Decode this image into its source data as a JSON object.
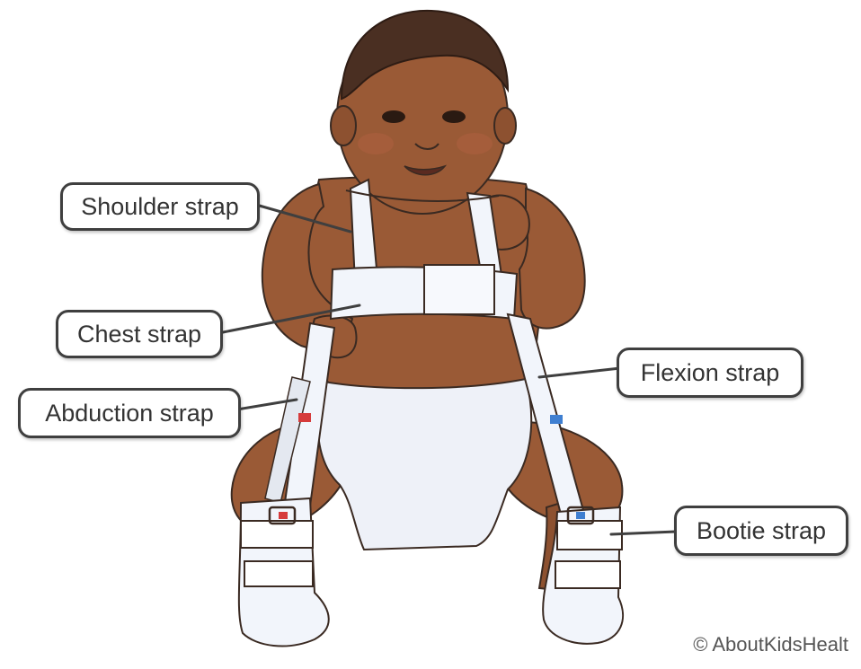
{
  "labels": {
    "shoulder_strap": "Shoulder strap",
    "chest_strap": "Chest strap",
    "abduction_strap": "Abduction strap",
    "flexion_strap": "Flexion strap",
    "bootie_strap": "Bootie strap"
  },
  "credit": "© AboutKidsHealt",
  "colors": {
    "skin": "#9a5a36",
    "skin_shadow": "#7a4326",
    "hair": "#4a2f22",
    "harness": "#f2f5fb",
    "outline": "#3a2a22",
    "label_border": "#3f3f3f",
    "buckle_red": "#d63b3b",
    "buckle_blue": "#3f7fd1"
  }
}
